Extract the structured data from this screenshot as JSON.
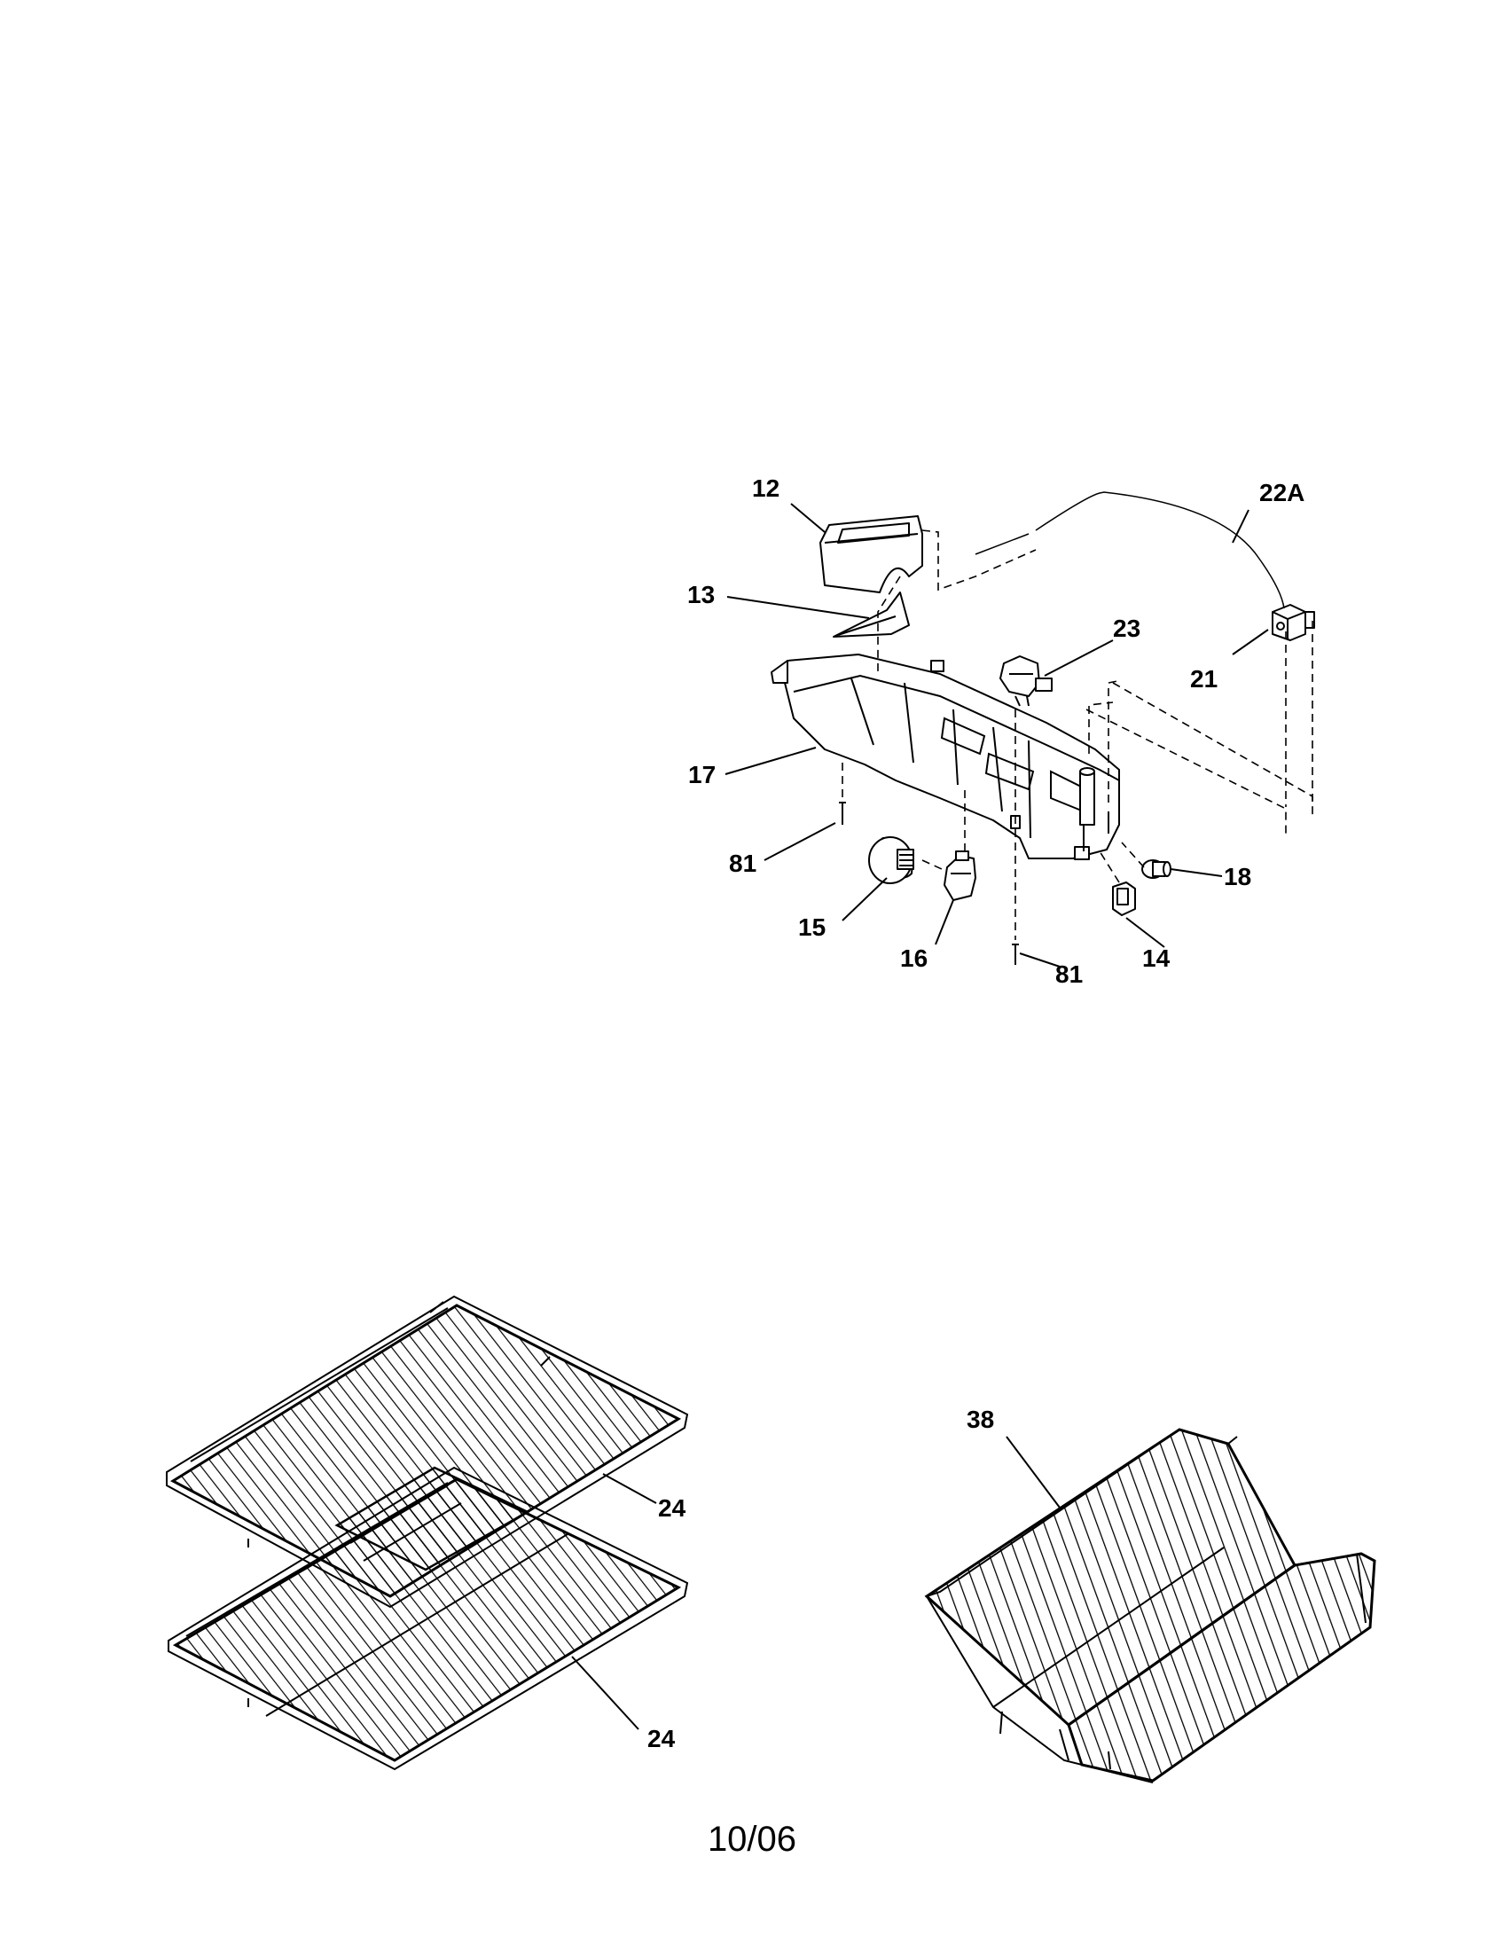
{
  "callouts": {
    "c12": "12",
    "c13": "13",
    "c22a": "22A",
    "c23": "23",
    "c21": "21",
    "c17": "17",
    "c81a": "81",
    "c81b": "81",
    "c18": "18",
    "c15": "15",
    "c16": "16",
    "c14": "14",
    "c24a": "24",
    "c24b": "24",
    "c38": "38"
  },
  "footer": {
    "date_code": "10/06"
  }
}
